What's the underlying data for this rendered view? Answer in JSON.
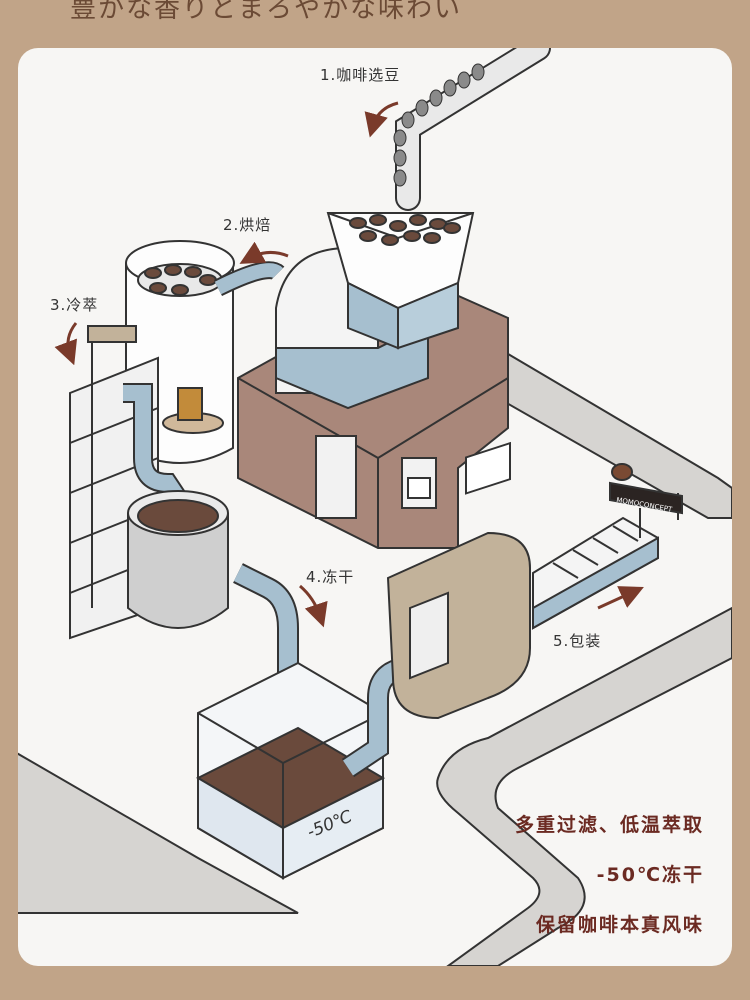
{
  "header": {
    "subtitle": "豊かな香りとまろやかな味わい"
  },
  "steps": [
    {
      "label": "1.咖啡选豆"
    },
    {
      "label": "2.烘焙"
    },
    {
      "label": "3.冷萃"
    },
    {
      "label": "4.冻干"
    },
    {
      "label": "5.包装"
    }
  ],
  "freezer": {
    "temperature": "-50℃"
  },
  "sign": {
    "brand": "MOMOCONCEPT"
  },
  "taglines": [
    "多重过滤、低温萃取",
    "-50℃冻干",
    "保留咖啡本真风味"
  ],
  "colors": {
    "frame": "#c1a488",
    "building": "#a9877a",
    "pipe": "#a6bfcf",
    "packaging_box": "#c2b29a",
    "coffee": "#6a4a3c",
    "accent_text": "#6b2a22",
    "arrow": "#7a3a2a"
  }
}
